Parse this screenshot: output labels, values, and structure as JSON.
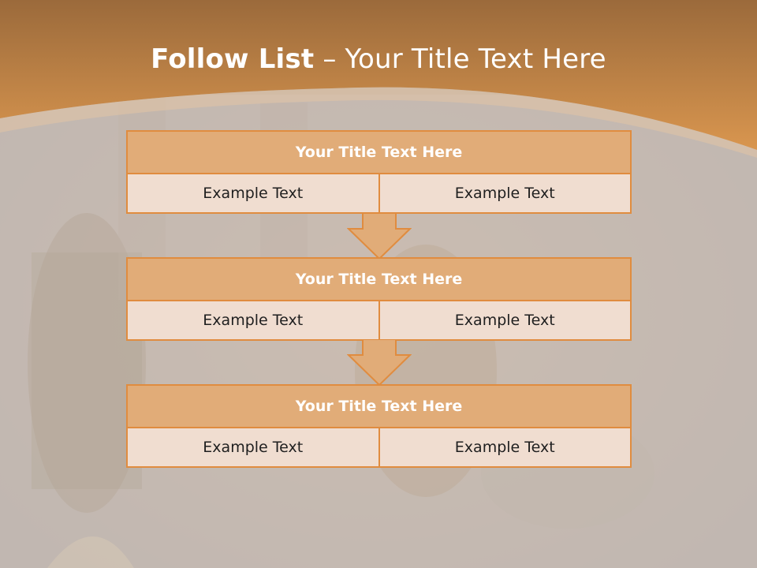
{
  "slide": {
    "title_bold": "Follow List",
    "title_rest": "– Your Title Text Here"
  },
  "blocks": [
    {
      "title": "Your Title Text Here",
      "left": "Example Text",
      "right": "Example Text"
    },
    {
      "title": "Your Title Text Here",
      "left": "Example Text",
      "right": "Example Text"
    },
    {
      "title": "Your Title Text Here",
      "left": "Example Text",
      "right": "Example Text"
    }
  ],
  "colors": {
    "header_band": "#c98a4a",
    "block_header": "#e1ac78",
    "block_border": "#e08c3f",
    "cell_fill": "#f0ddd0",
    "background": "#cfc8c2"
  }
}
